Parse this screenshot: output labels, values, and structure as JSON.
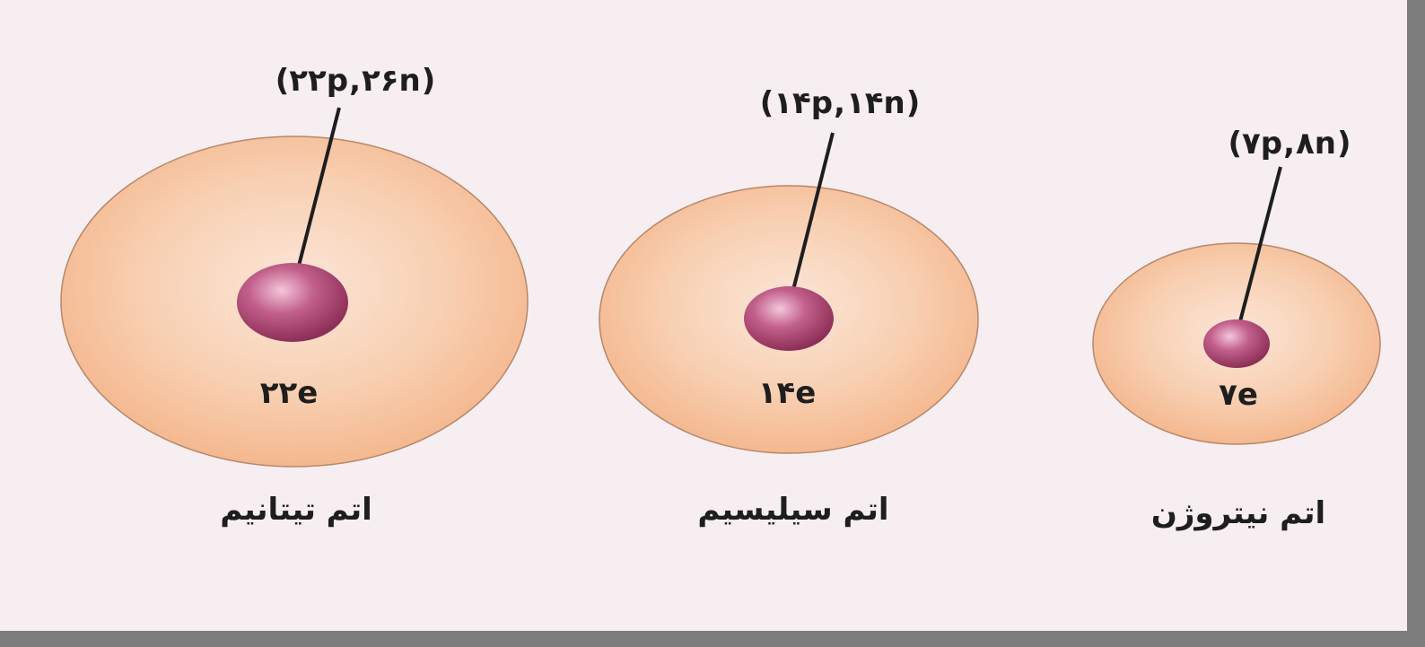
{
  "colors": {
    "background": "#f6eef0",
    "electron_cloud": "#f7c4a1",
    "electron_cloud_edge": "#b7876a",
    "nucleus": "#b34f7a",
    "pointer_line": "#1e1e1e"
  },
  "atoms": [
    {
      "name": "اتم تیتانیم",
      "nucleus": "(۲۲p,۲۶n)",
      "electrons": "۲۲e"
    },
    {
      "name": "اتم سیلیسیم",
      "nucleus": "(۱۴p,۱۴n)",
      "electrons": "۱۴e"
    },
    {
      "name": "اتم نیتروژن",
      "nucleus": "(۷p,۸n)",
      "electrons": "۷e"
    }
  ]
}
